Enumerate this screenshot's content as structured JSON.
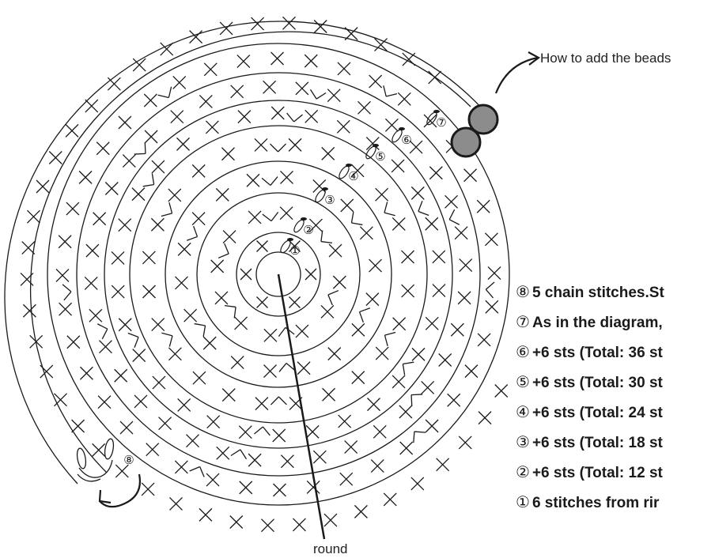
{
  "labels": {
    "beads": "How to add the beads",
    "round": "round"
  },
  "legend": [
    {
      "num": "⑧",
      "text": "5 chain stitches.St"
    },
    {
      "num": "⑦",
      "text": "As in the diagram,"
    },
    {
      "num": "⑥",
      "text": "+6 sts (Total: 36 st"
    },
    {
      "num": "⑤",
      "text": "+6 sts (Total: 30 st"
    },
    {
      "num": "④",
      "text": "+6 sts (Total: 24 st"
    },
    {
      "num": "③",
      "text": "+6 sts (Total: 18 st"
    },
    {
      "num": "②",
      "text": "+6 sts (Total: 12 st"
    },
    {
      "num": "①",
      "text": "6 stitches from rir"
    }
  ],
  "round_markers": [
    "①",
    "②",
    "③",
    "④",
    "⑤",
    "⑥",
    "⑦",
    "⑧"
  ],
  "colors": {
    "line": "#1a1a1a",
    "bead": "#8c8c8c"
  }
}
